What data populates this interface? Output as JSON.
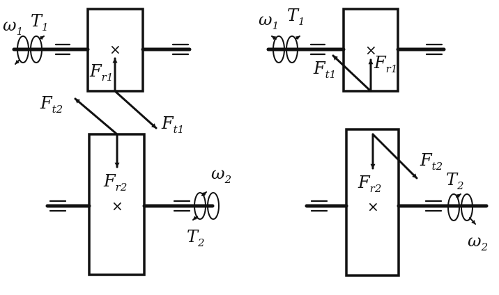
{
  "left": {
    "gear1": {
      "omega": {
        "base": "ω",
        "sub": "1"
      },
      "torque": {
        "base": "T",
        "sub": "1"
      },
      "fr": {
        "base": "F",
        "sub": "r1"
      },
      "center_mark": "×"
    },
    "gear2": {
      "omega": {
        "base": "ω",
        "sub": "2"
      },
      "torque": {
        "base": "T",
        "sub": "2"
      },
      "fr": {
        "base": "F",
        "sub": "r2"
      },
      "center_mark": "×"
    },
    "ft1": {
      "base": "F",
      "sub": "t1"
    },
    "ft2": {
      "base": "F",
      "sub": "t2"
    }
  },
  "right": {
    "gear1": {
      "omega": {
        "base": "ω",
        "sub": "1"
      },
      "torque": {
        "base": "T",
        "sub": "1"
      },
      "fr": {
        "base": "F",
        "sub": "r1"
      },
      "ft": {
        "base": "F",
        "sub": "t1"
      },
      "center_mark": "×"
    },
    "gear2": {
      "omega": {
        "base": "ω",
        "sub": "2"
      },
      "torque": {
        "base": "T",
        "sub": "2"
      },
      "fr": {
        "base": "F",
        "sub": "r2"
      },
      "ft": {
        "base": "F",
        "sub": "t2"
      },
      "center_mark": "×"
    }
  }
}
